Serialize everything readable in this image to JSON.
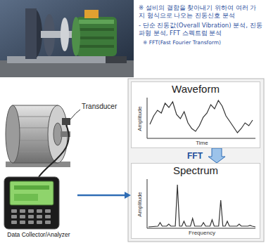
{
  "diagram": {
    "nodes": [
      {
        "text": [
          "Waveform",
          "Amplitude",
          "Time"
        ]
      },
      {
        "text": [
          "Spectrum",
          "Amplitude",
          "Frequency"
        ]
      },
      {
        "text": [
          "Data Collector/Analyzer"
        ]
      }
    ],
    "edges": [
      {
        "from": 0,
        "to": 1,
        "label": "FFT",
        "arrow": "to"
      },
      {
        "from": 2,
        "to": 1,
        "arrow": "to"
      }
    ],
    "labels": [
      "※ 설비의 결함을 찾아내기 위하여 여러 가지 형식으로 나오는 진동신호 분석",
      "- 단순 진동값(Overall Vibration) 분석, 진동파형 분석, FFT 스펙트럼 분석",
      "※ FFT(Fast Fourier Transform)",
      "Transducer"
    ]
  }
}
